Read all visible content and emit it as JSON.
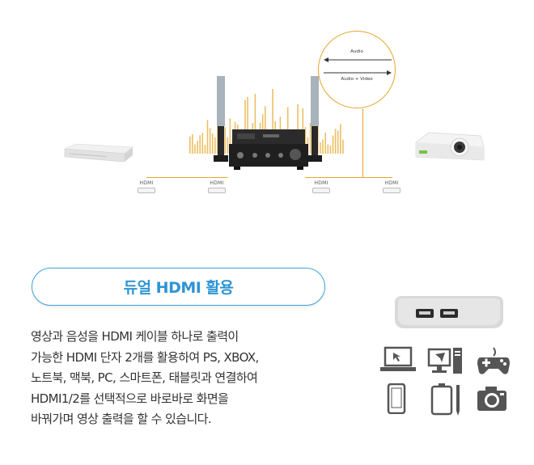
{
  "diagram": {
    "callout": {
      "top_label": "Audio",
      "bottom_label": "Audio + Video"
    },
    "ports": [
      "HDMI",
      "HDMI",
      "HDMI",
      "HDMI"
    ],
    "accent_color": "#e2a82c",
    "device_icons": [
      "player-icon",
      "av-receiver-icon",
      "speaker-icon",
      "projector-icon"
    ]
  },
  "feature": {
    "title": "듀얼 HDMI 활용",
    "accent_color": "#2e94d4"
  },
  "description": {
    "lines": [
      "영상과 음성을 HDMI 케이블 하나로 출력이",
      "가능한 HDMI 단자 2개를 활용하여 PS, XBOX,",
      "노트북, 맥북, PC, 스마트폰, 태블릿과 연결하여",
      "HDMI1/2를 선택적으로 바로바로 화면을",
      "바꿔가며 영상 출력을 할 수 있습니다."
    ]
  },
  "devices": {
    "icons": [
      "laptop-icon",
      "desktop-pc-icon",
      "gamepad-icon",
      "smartphone-icon",
      "tablet-icon",
      "camera-icon"
    ]
  }
}
